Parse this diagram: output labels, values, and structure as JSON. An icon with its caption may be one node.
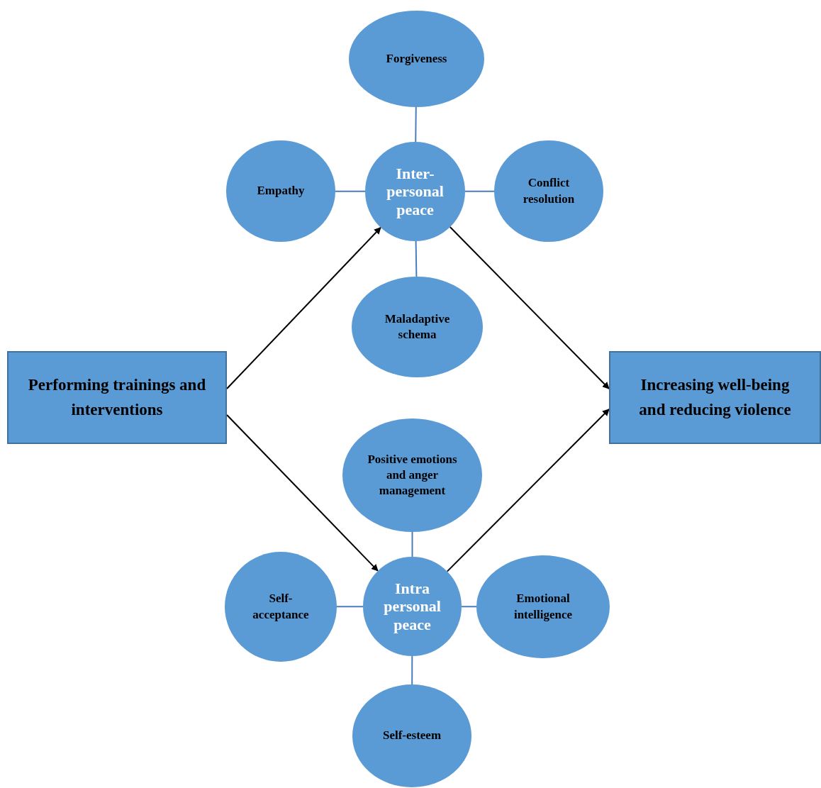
{
  "diagram": {
    "nodes": [
      {
        "text": [
          "Performing trainings and interventions"
        ]
      },
      {
        "text": [
          "Increasing well-being and reducing violence"
        ]
      },
      {
        "text": [
          "Inter- personal peace"
        ]
      },
      {
        "text": [
          "Forgiveness"
        ]
      },
      {
        "text": [
          "Empathy"
        ]
      },
      {
        "text": [
          "Conflict resolution"
        ]
      },
      {
        "text": [
          "Maladaptive schema"
        ]
      },
      {
        "text": [
          "Positive emotions and anger management"
        ]
      },
      {
        "text": [
          "Intra personal peace"
        ]
      },
      {
        "text": [
          "Self- acceptance"
        ]
      },
      {
        "text": [
          "Emotional intelligence"
        ]
      },
      {
        "text": [
          "Self-esteem"
        ]
      }
    ],
    "edges": [
      {
        "from": 0,
        "to": 2,
        "arrow": "to",
        "color": "#000000"
      },
      {
        "from": 0,
        "to": 8,
        "arrow": "to",
        "color": "#000000"
      },
      {
        "from": 2,
        "to": 1,
        "arrow": "to",
        "color": "#000000"
      },
      {
        "from": 8,
        "to": 1,
        "arrow": "to",
        "color": "#000000"
      },
      {
        "from": 3,
        "to": 2,
        "arrow": "none",
        "color": "#4a7ebb"
      },
      {
        "from": 4,
        "to": 2,
        "arrow": "none",
        "color": "#4a7ebb"
      },
      {
        "from": 2,
        "to": 5,
        "arrow": "none",
        "color": "#4a7ebb"
      },
      {
        "from": 2,
        "to": 6,
        "arrow": "none",
        "color": "#4a7ebb"
      },
      {
        "from": 7,
        "to": 8,
        "arrow": "none",
        "color": "#4a7ebb"
      },
      {
        "from": 9,
        "to": 8,
        "arrow": "none",
        "color": "#4a7ebb"
      },
      {
        "from": 8,
        "to": 10,
        "arrow": "none",
        "color": "#4a7ebb"
      },
      {
        "from": 8,
        "to": 11,
        "arrow": "none",
        "color": "#4a7ebb"
      }
    ]
  }
}
